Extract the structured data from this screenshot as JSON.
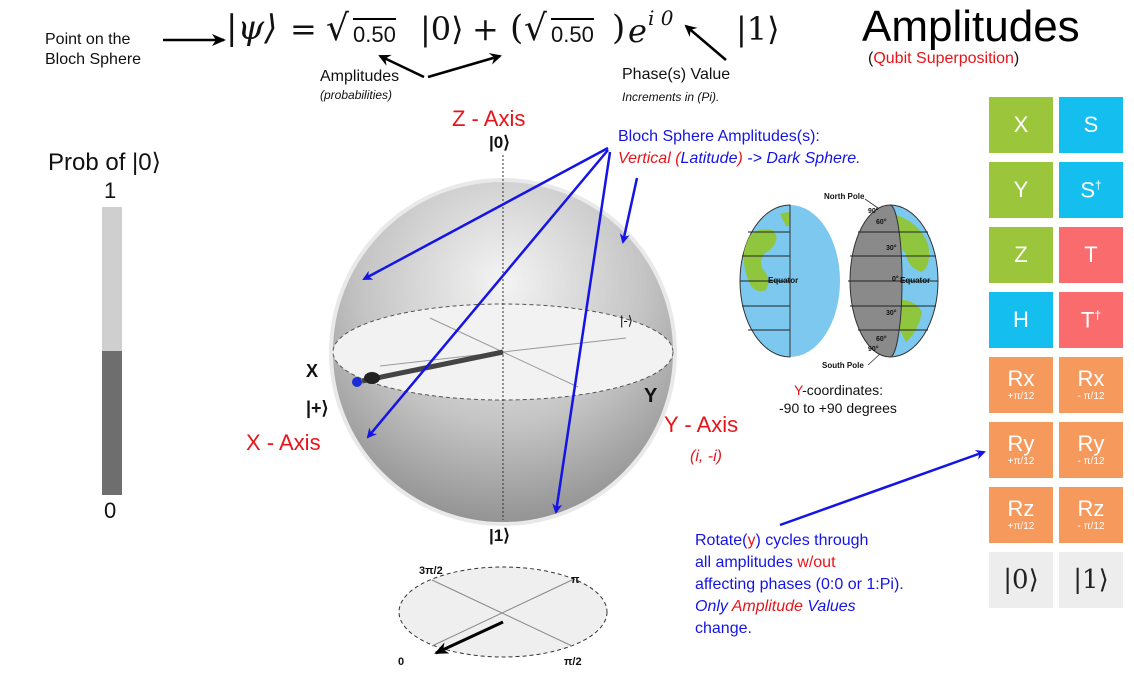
{
  "title": {
    "main": "Amplitudes",
    "sub_open": "(",
    "sub_text": "Qubit Superposition",
    "sub_close": ")"
  },
  "formula": {
    "psi": "|ψ⟩",
    "eq": "=",
    "amp0": "0.50",
    "ket0": "|0⟩",
    "plus": "+",
    "amp1": "0.50",
    "exp_e": "e",
    "exp_sup": "i 0",
    "ket1": "|1⟩"
  },
  "annotations": {
    "point_on_bloch_line1": "Point on the",
    "point_on_bloch_line2": "Bloch Sphere",
    "amplitudes_label": "Amplitudes",
    "amplitudes_sub": "(probabilities)",
    "phase_label": "Phase(s) Value",
    "phase_sub": "Increments in (Pi).",
    "bloch_amp_line1": "Bloch Sphere Amplitudes(s):",
    "bloch_amp_line2_red1": "Vertical (",
    "bloch_amp_line2_blue1": "Latitude",
    "bloch_amp_line2_red2": ")",
    "bloch_amp_line2_blue2": " -> Dark Sphere.",
    "y_coord_prefix": "Y",
    "y_coord_rest": "-coordinates:",
    "y_coord_line2": "-90 to +90 degrees",
    "rotate_1a": "Rotate(",
    "rotate_1b": "y",
    "rotate_1c": ") cycles through",
    "rotate_2a": "all amplitudes ",
    "rotate_2b": "w/out",
    "rotate_3": "affecting phases (0:0 or 1:Pi).",
    "rotate_4a": "Only ",
    "rotate_4b": "Amplitude",
    "rotate_4c": " Values",
    "rotate_5": "change."
  },
  "prob_bar": {
    "label": "Prob of |0⟩",
    "top": "1",
    "bottom": "0",
    "prob0": 0.5
  },
  "bloch": {
    "z_axis": "Z - Axis",
    "ket0": "|0⟩",
    "ket1": "|1⟩",
    "x_letter": "X",
    "y_letter": "Y",
    "plus_ket": "|+⟩",
    "minus_ket": "|-⟩",
    "x_axis": "X - Axis",
    "y_axis": "Y - Axis",
    "y_axis_sub": "(i, -i)"
  },
  "phase_disc": {
    "t0": "0",
    "t_pi2": "π/2",
    "t_pi": "π",
    "t_3pi2": "3π/2"
  },
  "globe": {
    "north_pole": "North Pole",
    "south_pole": "South Pole",
    "equator_left": "Equator",
    "equator_right": "Equator",
    "lat_90n": "90°",
    "lat_60n": "60°",
    "lat_30n": "30°",
    "lat_0": "0°",
    "lat_30s": "30°",
    "lat_60s": "60°",
    "lat_90s": "90°"
  },
  "gates": [
    {
      "label": "X",
      "sub": "",
      "sup": "",
      "color": "green"
    },
    {
      "label": "S",
      "sub": "",
      "sup": "",
      "color": "cyan"
    },
    {
      "label": "Y",
      "sub": "",
      "sup": "",
      "color": "green"
    },
    {
      "label": "S",
      "sub": "",
      "sup": "†",
      "color": "cyan"
    },
    {
      "label": "Z",
      "sub": "",
      "sup": "",
      "color": "green"
    },
    {
      "label": "T",
      "sub": "",
      "sup": "",
      "color": "red"
    },
    {
      "label": "H",
      "sub": "",
      "sup": "",
      "color": "cyan"
    },
    {
      "label": "T",
      "sub": "",
      "sup": "†",
      "color": "red"
    },
    {
      "label": "Rx",
      "sub": "+π/12",
      "sup": "",
      "color": "orange"
    },
    {
      "label": "Rx",
      "sub": "- π/12",
      "sup": "",
      "color": "orange"
    },
    {
      "label": "Ry",
      "sub": "+π/12",
      "sup": "",
      "color": "orange"
    },
    {
      "label": "Ry",
      "sub": "- π/12",
      "sup": "",
      "color": "orange"
    },
    {
      "label": "Rz",
      "sub": "+π/12",
      "sup": "",
      "color": "orange"
    },
    {
      "label": "Rz",
      "sub": "- π/12",
      "sup": "",
      "color": "orange"
    },
    {
      "label": "|0⟩",
      "sub": "",
      "sup": "",
      "color": "gray"
    },
    {
      "label": "|1⟩",
      "sub": "",
      "sup": "",
      "color": "gray"
    }
  ],
  "colors": {
    "red": "#e8141a",
    "blue": "#1414e6",
    "gate_green": "#9bc63b",
    "gate_cyan": "#14bff0",
    "gate_red": "#fa6b6e",
    "gate_orange": "#f6995c",
    "gate_gray": "#ededed"
  }
}
